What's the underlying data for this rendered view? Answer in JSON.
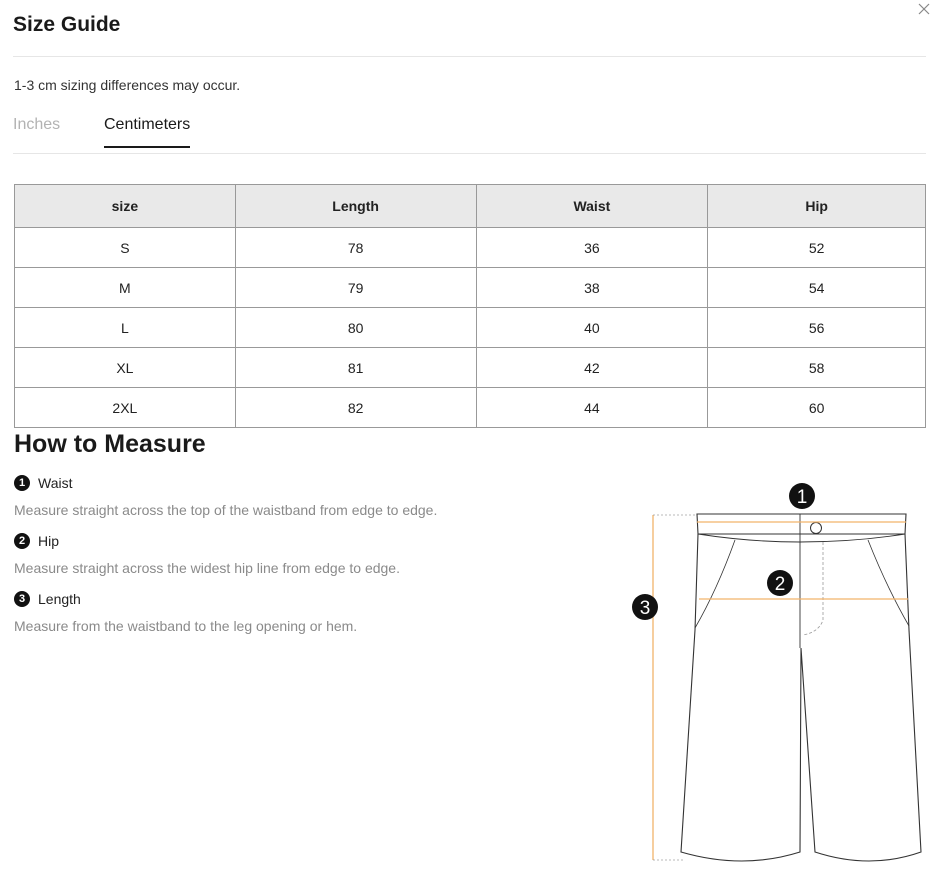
{
  "modal": {
    "title": "Size Guide",
    "note": "1-3 cm sizing differences may occur."
  },
  "tabs": [
    {
      "label": "Inches",
      "active": false
    },
    {
      "label": "Centimeters",
      "active": true
    }
  ],
  "table": {
    "headers": [
      "size",
      "Length",
      "Waist",
      "Hip"
    ],
    "rows": [
      [
        "S",
        "78",
        "36",
        "52"
      ],
      [
        "M",
        "79",
        "38",
        "54"
      ],
      [
        "L",
        "80",
        "40",
        "56"
      ],
      [
        "XL",
        "81",
        "42",
        "58"
      ],
      [
        "2XL",
        "82",
        "44",
        "60"
      ]
    ]
  },
  "measure": {
    "title": "How to Measure",
    "items": [
      {
        "num": "1",
        "name": "Waist",
        "desc": "Measure straight across the top of the waistband from edge to edge."
      },
      {
        "num": "2",
        "name": "Hip",
        "desc": "Measure straight across the widest hip line from edge to edge."
      },
      {
        "num": "3",
        "name": "Length",
        "desc": "Measure from the waistband to the leg opening or hem."
      }
    ]
  },
  "diagram": {
    "labels": [
      "1",
      "2",
      "3"
    ],
    "guide_color": "#f2b36b",
    "outline_color": "#333333"
  },
  "icons": {
    "close": "close-icon"
  }
}
